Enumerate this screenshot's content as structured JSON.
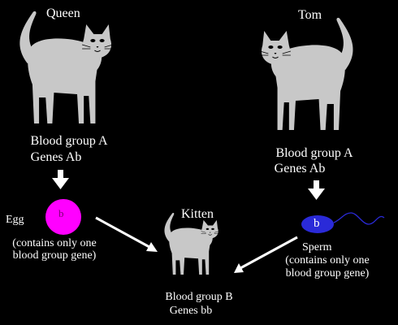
{
  "queen": {
    "name": "Queen",
    "blood_group": "Blood group A",
    "genes": "Genes Ab"
  },
  "tom": {
    "name": "Tom",
    "blood_group": "Blood group A",
    "genes": "Genes Ab"
  },
  "egg": {
    "label": "Egg",
    "gene": "b",
    "note_line1": "(contains only one",
    "note_line2": "blood group gene)"
  },
  "sperm": {
    "label": "Sperm",
    "gene": "b",
    "note_line1": "(contains only one",
    "note_line2": "blood group gene)"
  },
  "kitten": {
    "name": "Kitten",
    "blood_group": "Blood group B",
    "genes": "Genes bb"
  },
  "colors": {
    "background": "#000000",
    "cat": "#c8c8c8",
    "egg": "#ff00ff",
    "sperm": "#2a2ad8",
    "text": "#ffffff",
    "arrow": "#ffffff"
  },
  "icons": {
    "queen": "cat-icon",
    "tom": "cat-icon",
    "kitten": "cat-icon",
    "egg": "egg-cell-icon",
    "sperm": "sperm-cell-icon",
    "arrows": "arrow-icon"
  }
}
